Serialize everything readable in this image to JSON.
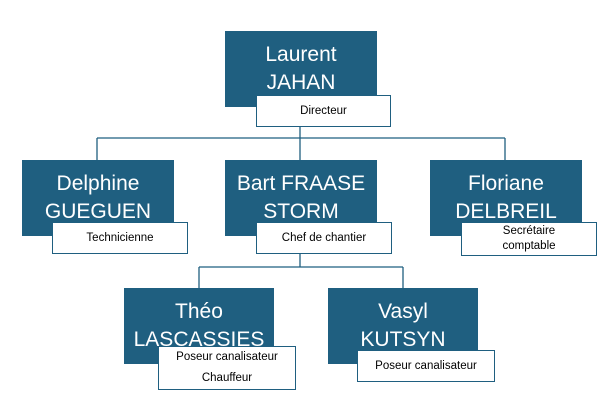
{
  "colors": {
    "box_fill": "#1f5f80",
    "box_text": "#ffffff",
    "role_border": "#1f5f80",
    "connector": "#1f5f80"
  },
  "nodes": {
    "director": {
      "name_lines": [
        "Laurent",
        "JAHAN"
      ],
      "role_lines": [
        "Directeur"
      ]
    },
    "technician": {
      "name_lines": [
        "Delphine",
        "GUEGUEN"
      ],
      "role_lines": [
        "Technicienne"
      ]
    },
    "site_manager": {
      "name_lines": [
        "Bart FRAASE",
        "STORM"
      ],
      "role_lines": [
        "Chef de chantier"
      ]
    },
    "accountant": {
      "name_lines": [
        "Floriane",
        "DELBREIL"
      ],
      "role_lines": [
        "Secrétaire",
        "comptable"
      ]
    },
    "pipe_layer_driver": {
      "name_lines": [
        "Théo",
        "LASCASSIES"
      ],
      "role_lines": [
        "Poseur canalisateur",
        "Chauffeur"
      ]
    },
    "pipe_layer": {
      "name_lines": [
        "Vasyl",
        "KUTSYN"
      ],
      "role_lines": [
        "Poseur canalisateur"
      ]
    }
  }
}
